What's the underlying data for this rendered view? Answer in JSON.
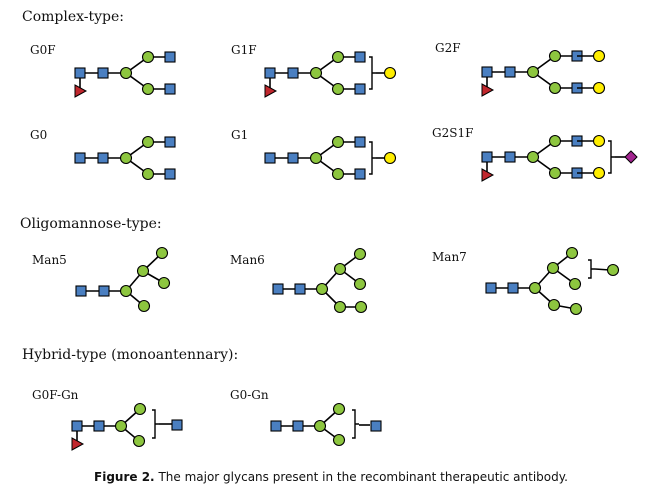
{
  "sections": {
    "complex": "Complex-type:",
    "oligomannose": "Oligomannose-type:",
    "hybrid": "Hybrid-type (monoantennary):"
  },
  "glycans": {
    "g0f": "G0F",
    "g1f": "G1F",
    "g2f": "G2F",
    "g0": "G0",
    "g1": "G1",
    "g2s1f": "G2S1F",
    "man5": "Man5",
    "man6": "Man6",
    "man7": "Man7",
    "g0f_gn": "G0F-Gn",
    "g0_gn": "G0-Gn"
  },
  "caption": {
    "label": "Figure 2.",
    "text": "The major glycans present in the recombinant therapeutic antibody."
  },
  "colors": {
    "glcnac": "#4a7fc1",
    "mannose": "#8dc63f",
    "galactose": "#ffee00",
    "fucose": "#c0272d",
    "sialic": "#a2248f",
    "line": "#000000"
  },
  "icons": {
    "glcnac": "blue-square-icon",
    "mannose": "green-circle-icon",
    "galactose": "yellow-circle-icon",
    "fucose": "red-triangle-icon",
    "sialic": "purple-diamond-icon"
  }
}
